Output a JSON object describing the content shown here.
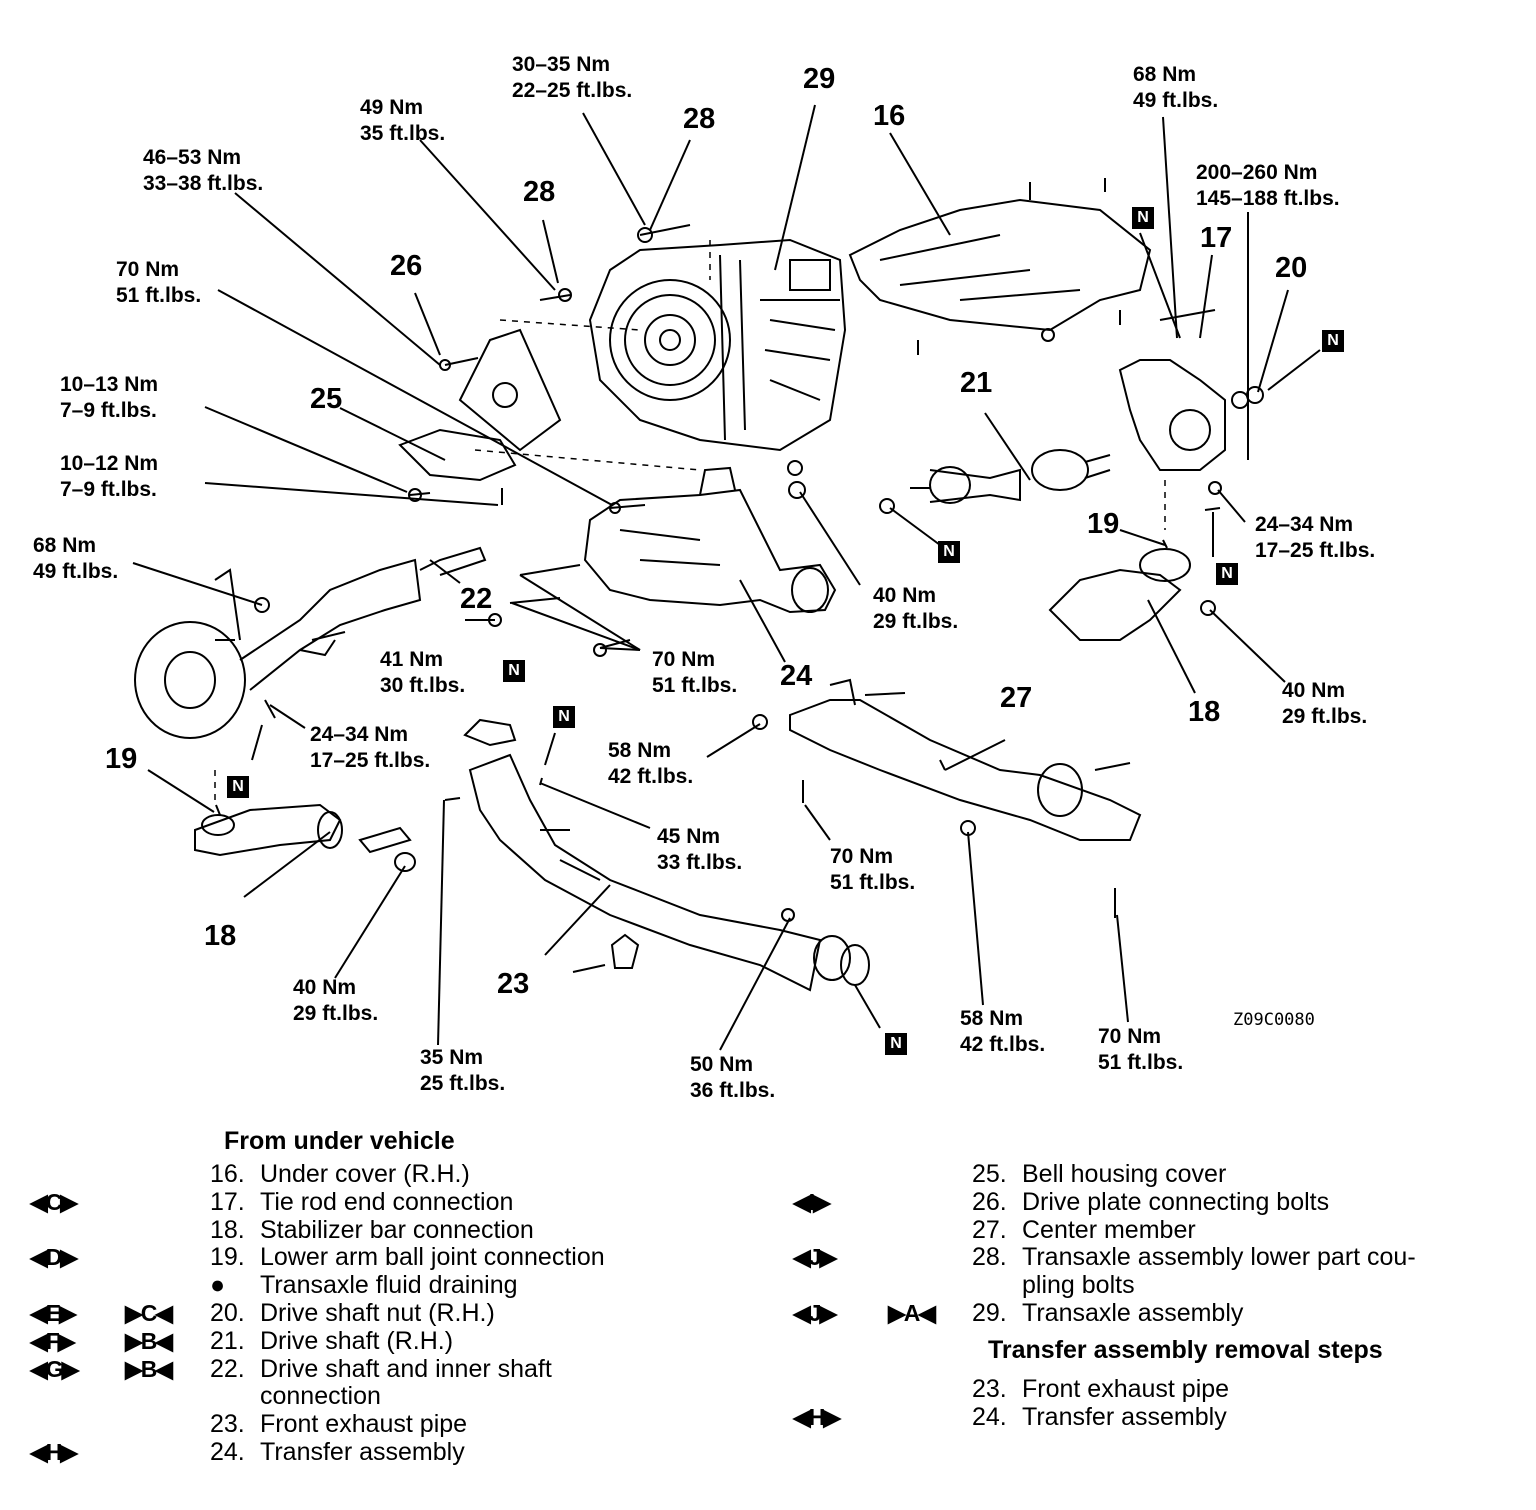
{
  "figure_code": "Z09C0080",
  "part_numbers": {
    "p16": "16",
    "p17": "17",
    "p18a": "18",
    "p18b": "18",
    "p19a": "19",
    "p19b": "19",
    "p20": "20",
    "p21": "21",
    "p22": "22",
    "p23": "23",
    "p24": "24",
    "p25": "25",
    "p26": "26",
    "p27": "27",
    "p28a": "28",
    "p28b": "28",
    "p29": "29"
  },
  "torques": {
    "t1": {
      "nm": "30–35 Nm",
      "ft": "22–25 ft.lbs."
    },
    "t2": {
      "nm": "49 Nm",
      "ft": "35 ft.lbs."
    },
    "t3": {
      "nm": "46–53 Nm",
      "ft": "33–38 ft.lbs."
    },
    "t4": {
      "nm": "70 Nm",
      "ft": "51 ft.lbs."
    },
    "t5": {
      "nm": "10–13 Nm",
      "ft": "7–9 ft.lbs."
    },
    "t6": {
      "nm": "10–12 Nm",
      "ft": "7–9 ft.lbs."
    },
    "t7": {
      "nm": "68 Nm",
      "ft": "49 ft.lbs."
    },
    "t8": {
      "nm": "68 Nm",
      "ft": "49 ft.lbs."
    },
    "t9": {
      "nm": "200–260 Nm",
      "ft": "145–188 ft.lbs."
    },
    "t10": {
      "nm": "24–34 Nm",
      "ft": "17–25 ft.lbs."
    },
    "t11": {
      "nm": "40 Nm",
      "ft": "29 ft.lbs."
    },
    "t12": {
      "nm": "40 Nm",
      "ft": "29 ft.lbs."
    },
    "t13": {
      "nm": "41 Nm",
      "ft": "30 ft.lbs."
    },
    "t14": {
      "nm": "70 Nm",
      "ft": "51 ft.lbs."
    },
    "t15": {
      "nm": "24–34 Nm",
      "ft": "17–25 ft.lbs."
    },
    "t16": {
      "nm": "58 Nm",
      "ft": "42 ft.lbs."
    },
    "t17": {
      "nm": "45 Nm",
      "ft": "33 ft.lbs."
    },
    "t18": {
      "nm": "70 Nm",
      "ft": "51 ft.lbs."
    },
    "t19": {
      "nm": "40 Nm",
      "ft": "29 ft.lbs."
    },
    "t20": {
      "nm": "35 Nm",
      "ft": "25 ft.lbs."
    },
    "t21": {
      "nm": "50 Nm",
      "ft": "36 ft.lbs."
    },
    "t22": {
      "nm": "58 Nm",
      "ft": "42 ft.lbs."
    },
    "t23": {
      "nm": "70 Nm",
      "ft": "51 ft.lbs."
    }
  },
  "n_mark": "N",
  "legend": {
    "heading_left": "From under vehicle",
    "left": [
      {
        "tag": "",
        "tag2": "",
        "num": "16.",
        "text": "Under cover (R.H.)"
      },
      {
        "tag": "◀C▶",
        "tag2": "",
        "num": "17.",
        "text": "Tie rod end connection"
      },
      {
        "tag": "",
        "tag2": "",
        "num": "18.",
        "text": "Stabilizer bar connection"
      },
      {
        "tag": "◀D▶",
        "tag2": "",
        "num": "19.",
        "text": "Lower arm ball joint connection"
      },
      {
        "tag": "",
        "tag2": "",
        "num": "●",
        "text": "Transaxle fluid draining"
      },
      {
        "tag": "◀E▶",
        "tag2": "▶C◀",
        "num": "20.",
        "text": "Drive shaft nut (R.H.)"
      },
      {
        "tag": "◀F▶",
        "tag2": "▶B◀",
        "num": "21.",
        "text": "Drive shaft (R.H.)"
      },
      {
        "tag": "◀G▶",
        "tag2": "▶B◀",
        "num": "22.",
        "text": "Drive shaft and inner shaft"
      },
      {
        "tag": "",
        "tag2": "",
        "num": "",
        "text": "connection"
      },
      {
        "tag": "",
        "tag2": "",
        "num": "23.",
        "text": "Front exhaust pipe"
      },
      {
        "tag": "◀H▶",
        "tag2": "",
        "num": "24.",
        "text": "Transfer assembly"
      }
    ],
    "right": [
      {
        "tag": "",
        "tag2": "",
        "num": "25.",
        "text": "Bell housing cover"
      },
      {
        "tag": "◀I▶",
        "tag2": "",
        "num": "26.",
        "text": "Drive plate connecting bolts"
      },
      {
        "tag": "",
        "tag2": "",
        "num": "27.",
        "text": "Center member"
      },
      {
        "tag": "◀J▶",
        "tag2": "",
        "num": "28.",
        "text": "Transaxle assembly lower part cou-"
      },
      {
        "tag": "",
        "tag2": "",
        "num": "",
        "text": "pling bolts"
      },
      {
        "tag": "◀J▶",
        "tag2": "▶A◀",
        "num": "29.",
        "text": "Transaxle assembly"
      }
    ],
    "heading_right": "Transfer assembly removal steps",
    "right2": [
      {
        "tag": "",
        "tag2": "",
        "num": "23.",
        "text": "Front exhaust pipe"
      },
      {
        "tag": "◀H▶",
        "tag2": "",
        "num": "24.",
        "text": "Transfer assembly"
      }
    ]
  }
}
